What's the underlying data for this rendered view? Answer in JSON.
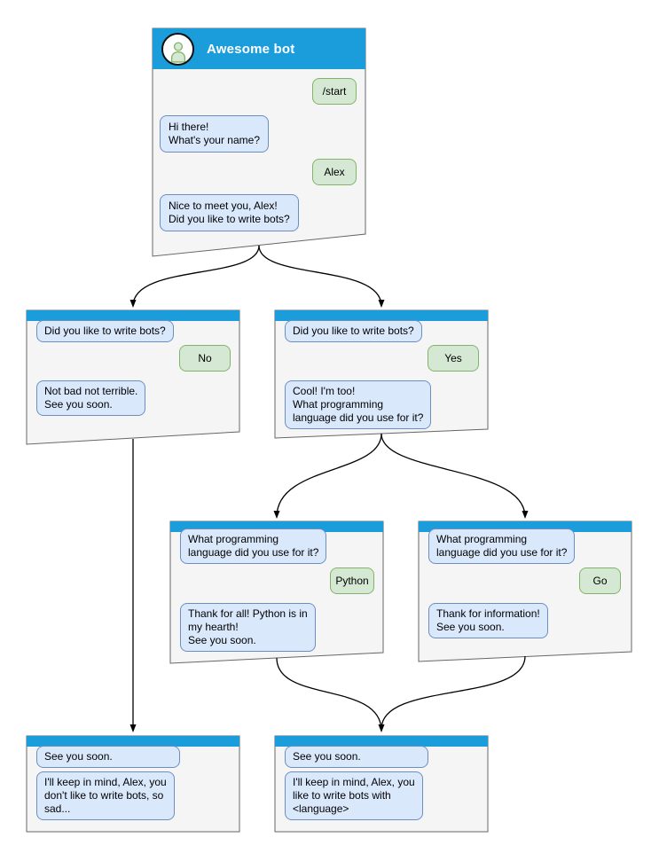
{
  "colors": {
    "header_blue": "#1B9DDB",
    "box_fill": "#F5F5F5",
    "box_border": "#666666",
    "bot_bubble_fill": "#DAE8FC",
    "bot_bubble_border": "#6C8EBF",
    "user_bubble_fill": "#D5E8D4",
    "user_bubble_border": "#82B366",
    "connector": "#000000"
  },
  "root": {
    "title": "Awesome bot",
    "avatar": "person-icon",
    "start": "/start",
    "ask_name": "Hi there!\nWhat's your name?",
    "name": "Alex",
    "ask_bots": "Nice to meet you, Alex!\nDid you like to write bots?"
  },
  "branch_no": {
    "question": "Did you like to write bots?",
    "answer": "No",
    "reply": "Not bad not terrible.\nSee you soon."
  },
  "branch_yes": {
    "question": "Did you like to write bots?",
    "answer": "Yes",
    "reply": "Cool! I'm too!\nWhat programming\nlanguage did you use for it?"
  },
  "branch_python": {
    "question": "What programming\nlanguage did you use for it?",
    "answer": "Python",
    "reply": "Thank for all! Python is in\nmy hearth!\nSee you soon."
  },
  "branch_go": {
    "question": "What programming\nlanguage did you use for it?",
    "answer": "Go",
    "reply": "Thank for information!\nSee you soon."
  },
  "end_no": {
    "farewell": "See you soon.",
    "summary": "I'll keep in mind, Alex, you\ndon't like to write bots, so\nsad..."
  },
  "end_yes": {
    "farewell": "See you soon.",
    "summary": "I'll keep in mind, Alex, you\nlike to write bots with\n<language>"
  }
}
